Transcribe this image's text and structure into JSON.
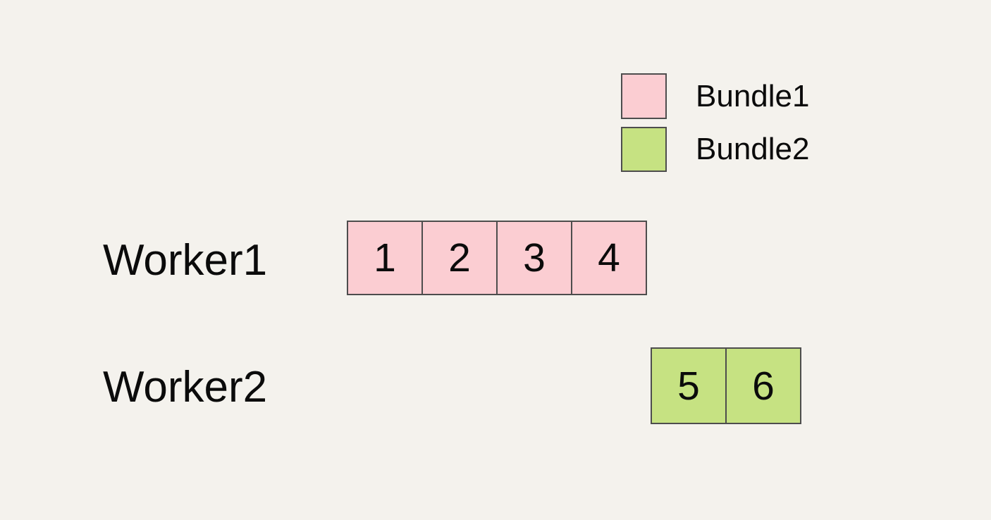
{
  "background_color": "#f4f2ed",
  "border_color": "#4d4d4d",
  "legend": {
    "items": [
      {
        "label": "Bundle1",
        "color": "#fbcdd2"
      },
      {
        "label": "Bundle2",
        "color": "#c6e282"
      }
    ]
  },
  "workers": [
    {
      "label": "Worker1",
      "bundle": "Bundle1",
      "color": "#fbcdd2",
      "tasks": [
        "1",
        "2",
        "3",
        "4"
      ]
    },
    {
      "label": "Worker2",
      "bundle": "Bundle2",
      "color": "#c6e282",
      "tasks": [
        "5",
        "6"
      ]
    }
  ]
}
